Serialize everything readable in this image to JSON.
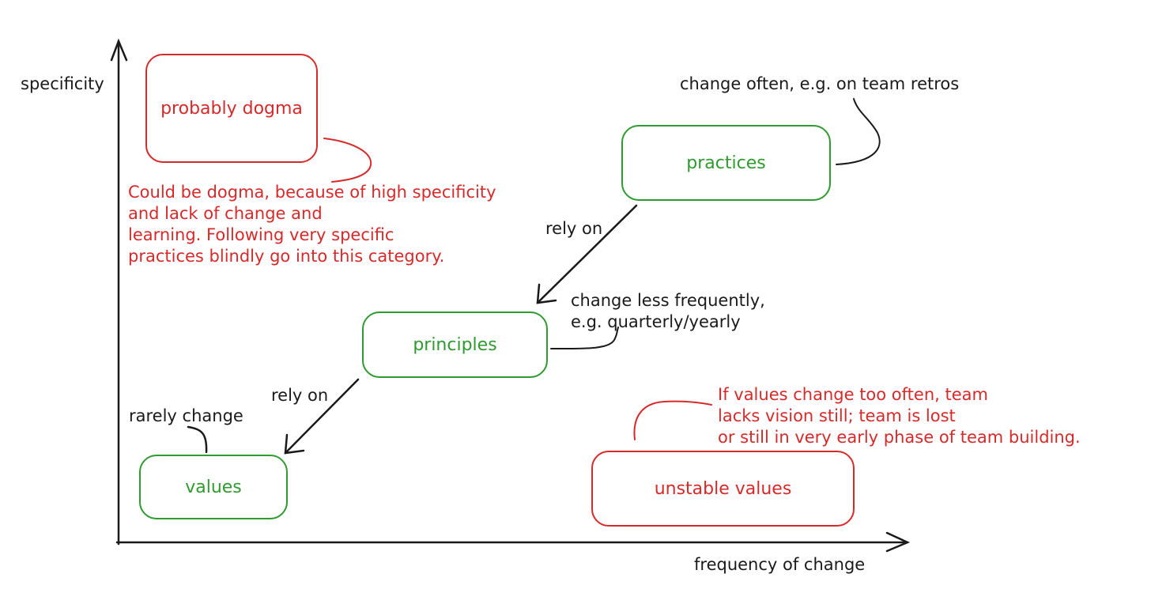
{
  "axes": {
    "y_label": "specificity",
    "x_label": "frequency of change"
  },
  "boxes": {
    "dogma": "probably dogma",
    "practices": "practices",
    "principles": "principles",
    "values": "values",
    "unstable": "unstable values"
  },
  "notes": {
    "practices_note": "change often, e.g. on team retros",
    "principles_note": "change less frequently,\ne.g. quarterly/yearly",
    "values_note": "rarely change",
    "rely_on_1": "rely on",
    "rely_on_2": "rely on",
    "dogma_note": "Could be dogma, because of high specificity\nand lack of change and\nlearning. Following very specific\npractices blindly go into this category.",
    "unstable_note": "If values change too often, team\nlacks vision still; team is lost\nor still in very early phase of team building."
  },
  "colors": {
    "ink": "#1a1a1a",
    "red": "#d62a2a",
    "green": "#2f9a2f"
  }
}
